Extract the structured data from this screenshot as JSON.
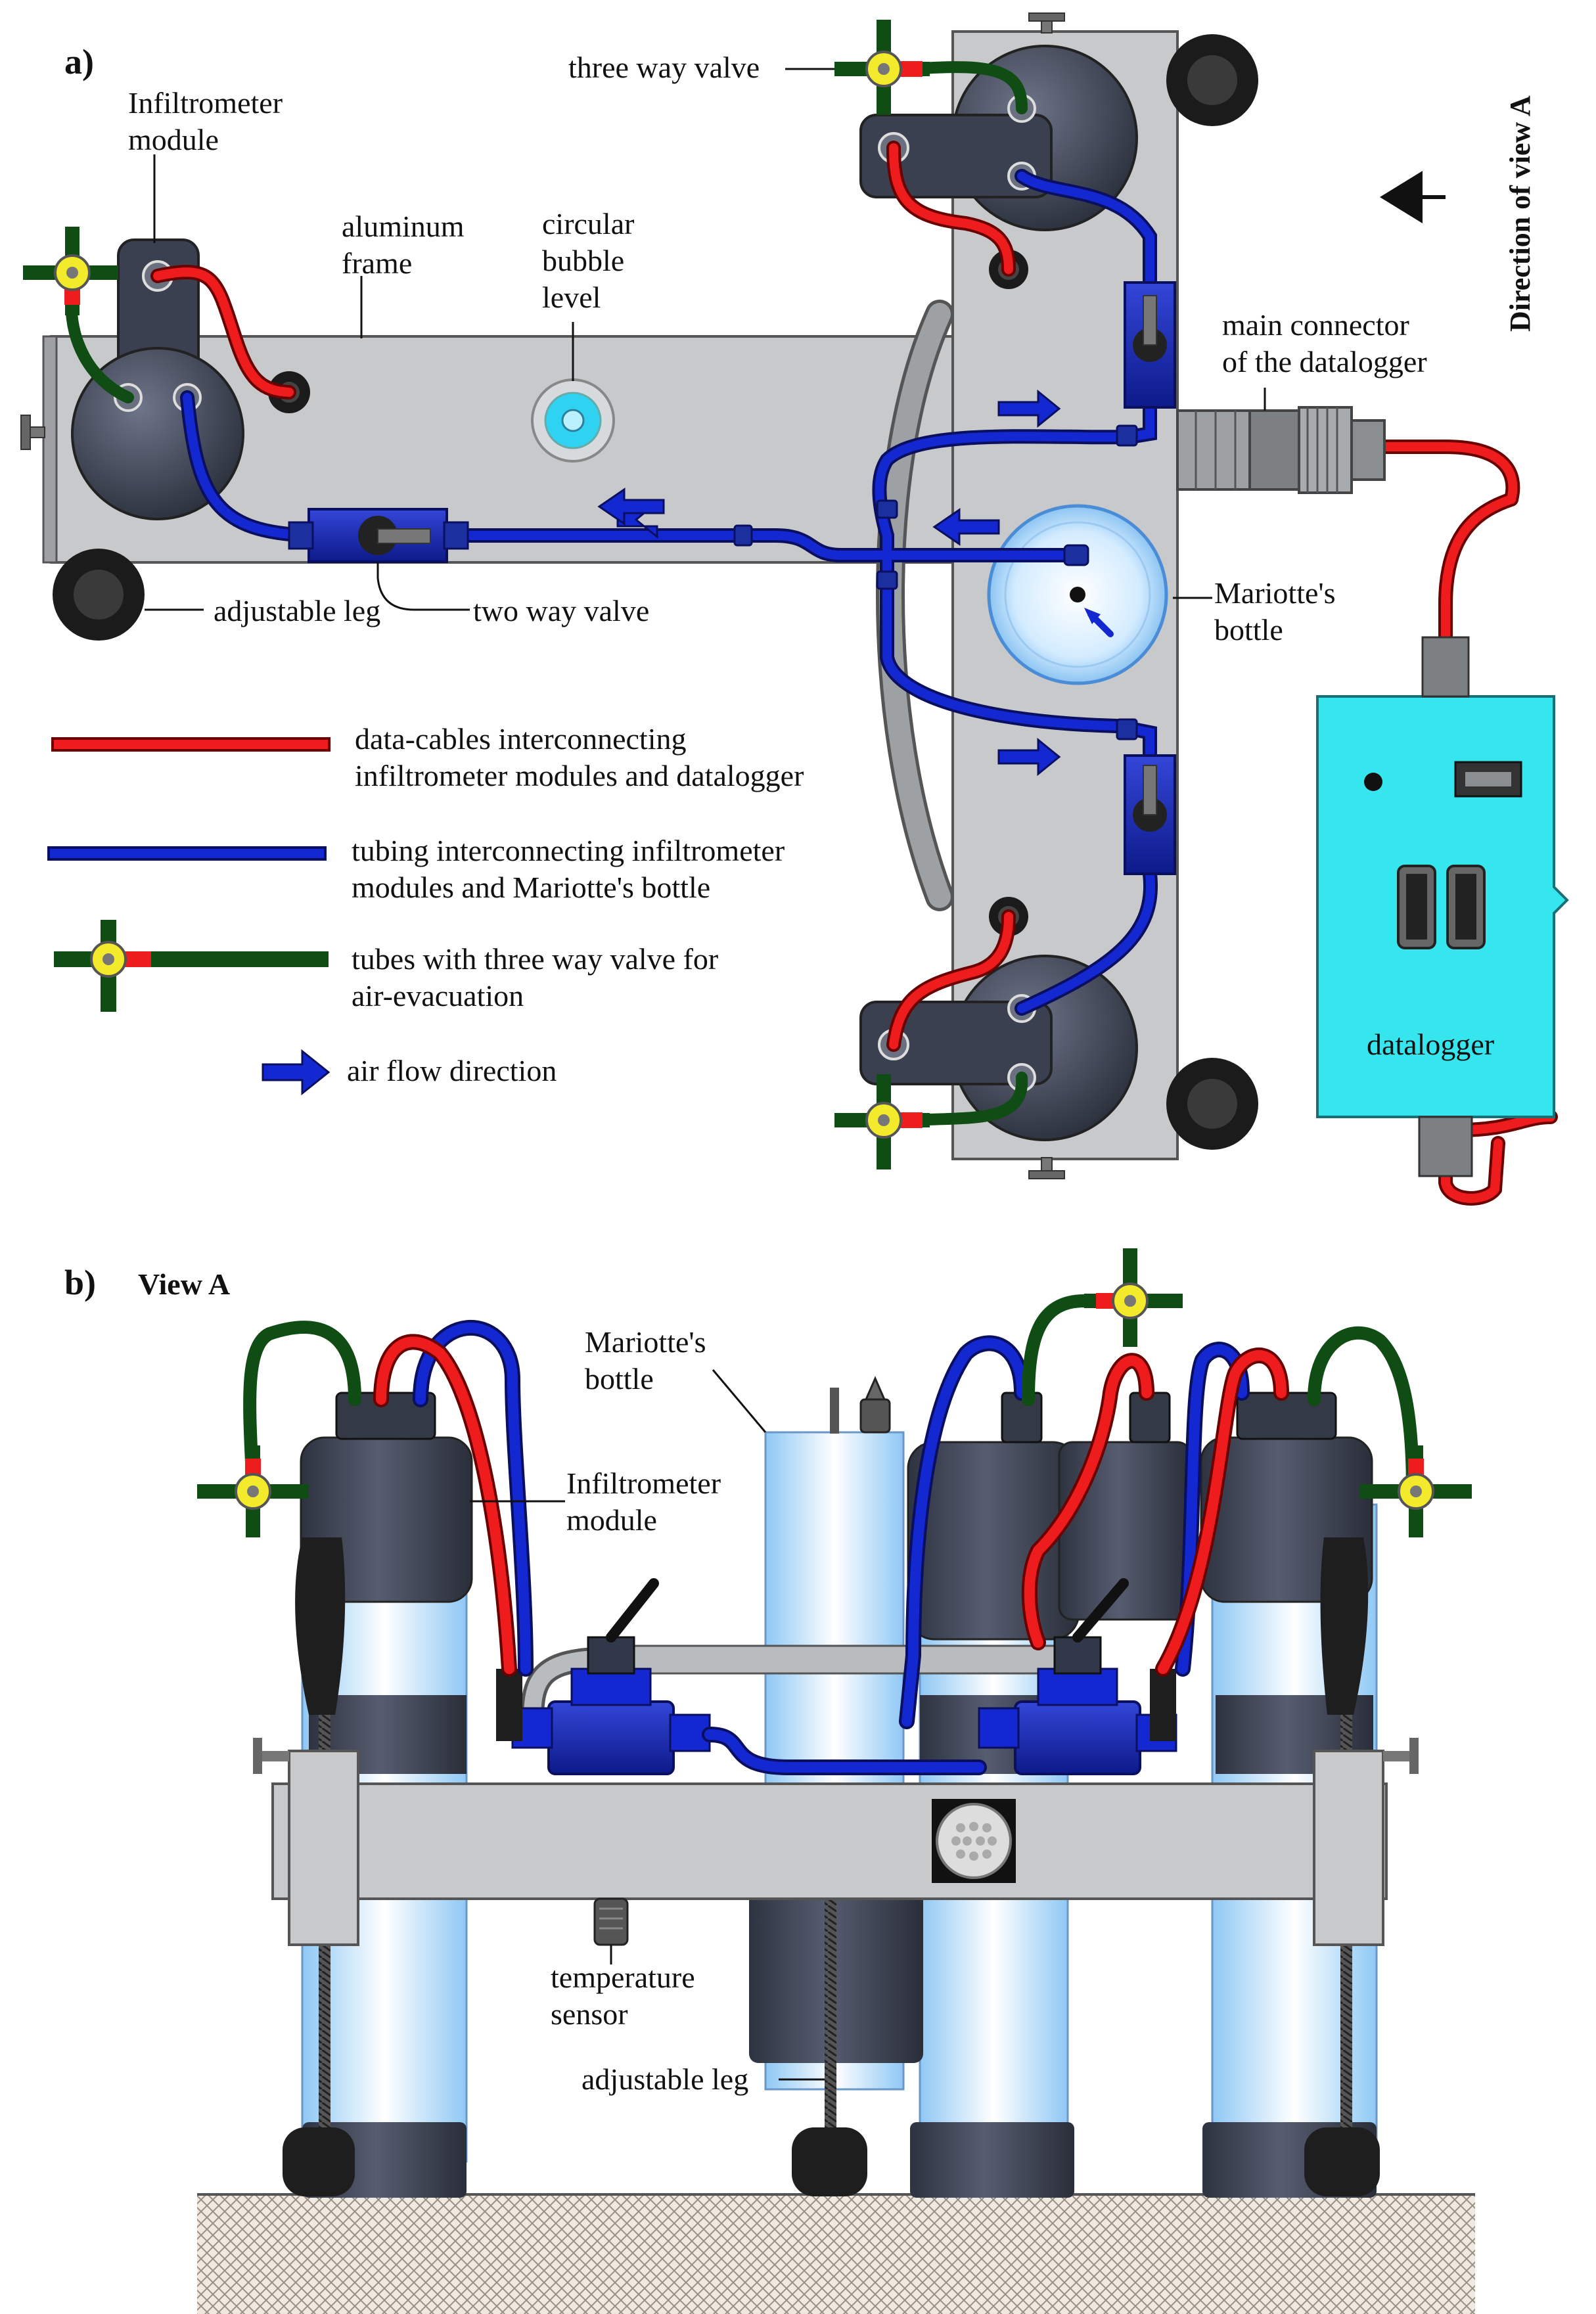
{
  "panel_a": {
    "label": "a)",
    "callouts": {
      "infiltrometer_module": [
        "Infiltrometer",
        "module"
      ],
      "aluminum_frame": [
        "aluminum",
        "frame"
      ],
      "circular_bubble_level": [
        "circular",
        "bubble",
        "level"
      ],
      "three_way_valve": "three way valve",
      "main_connector": [
        "main connector",
        "of the datalogger"
      ],
      "direction_of_view": "Direction of view A",
      "mariottes_bottle": [
        "Mariotte's",
        "bottle"
      ],
      "adjustable_leg": "adjustable leg",
      "two_way_valve": "two way valve",
      "datalogger": "datalogger"
    },
    "legend": [
      {
        "key": "red_cable",
        "lines": [
          "data-cables interconnecting",
          "infiltrometer modules and datalogger"
        ]
      },
      {
        "key": "blue_tube",
        "lines": [
          "tubing interconnecting infiltrometer",
          "modules and Mariotte's bottle"
        ]
      },
      {
        "key": "three_way",
        "lines": [
          "tubes with three way valve for",
          "air-evacuation"
        ]
      },
      {
        "key": "air_flow",
        "lines": [
          "air flow direction"
        ]
      }
    ]
  },
  "panel_b": {
    "label": "b)",
    "title": "View A",
    "callouts": {
      "mariottes_bottle": [
        "Mariotte's",
        "bottle"
      ],
      "infiltrometer_module": [
        "Infiltrometer",
        "module"
      ],
      "temperature_sensor": [
        "temperature",
        "sensor"
      ],
      "adjustable_leg": "adjustable leg"
    }
  },
  "colors": {
    "data_cable": "#ee1c1c",
    "tubing": "#1428d2",
    "air_tube": "#0f4d14",
    "valve_yellow": "#f2ea2a",
    "frame": "#c7c9cb",
    "module": "#3c4150",
    "datalogger": "#35e6ee",
    "bottle": "#cfe9ff"
  }
}
